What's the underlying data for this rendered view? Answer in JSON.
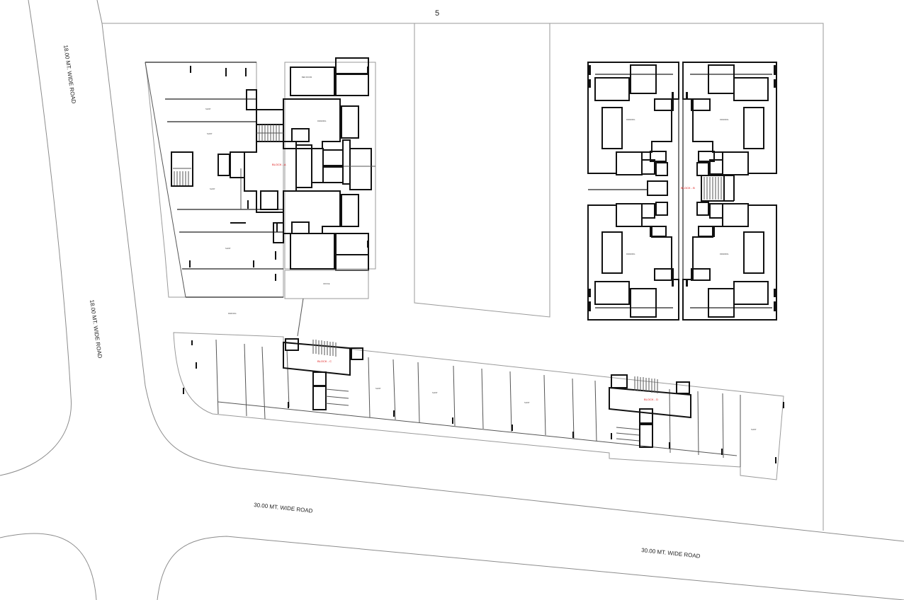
{
  "drawing": {
    "plot_number": "5",
    "roads": {
      "north_west_upper": "18.00 MT. WIDE ROAD",
      "north_west_lower": "18.00 MT. WIDE ROAD",
      "south_left": "30.00 MT. WIDE ROAD",
      "south_right": "30.00 MT. WIDE ROAD"
    },
    "blocks": {
      "left": "BLOCK - A",
      "right": "BLOCK - B",
      "podium_left": "BLOCK - C",
      "podium_right": "BLOCK - D"
    },
    "colors": {
      "walls": "#111111",
      "site_lines": "#9a9a9a",
      "block_labels": "#dd1111"
    }
  }
}
